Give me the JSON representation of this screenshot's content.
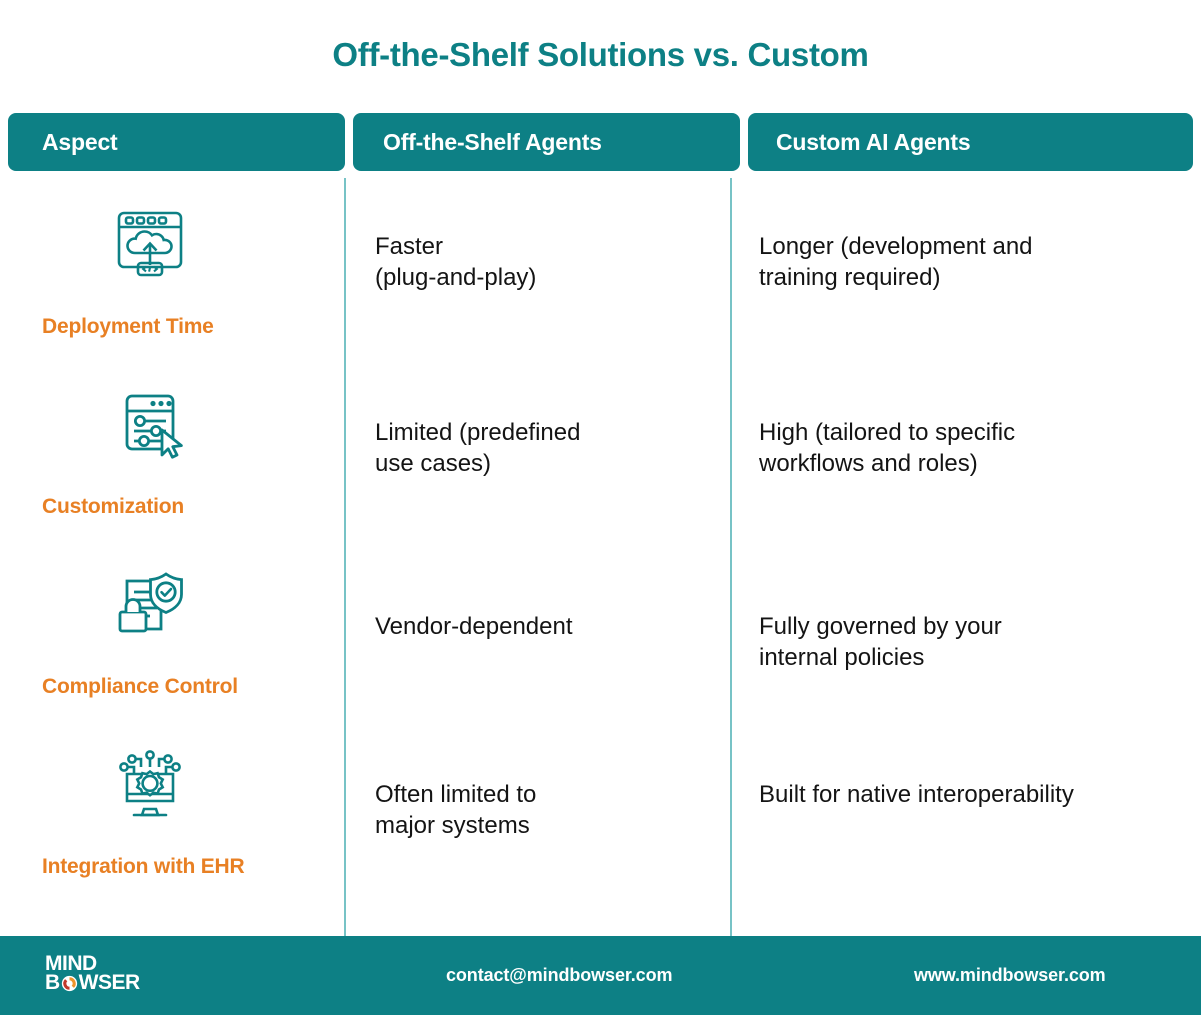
{
  "title": "Off-the-Shelf Solutions vs. Custom",
  "theme": {
    "teal": "#0d8085",
    "orange": "#e88024",
    "divider": "#77c3c6",
    "text": "#141414",
    "background": "#ffffff"
  },
  "table": {
    "columns": [
      {
        "label": "Aspect"
      },
      {
        "label": "Off-the-Shelf Agents"
      },
      {
        "label": "Custom AI Agents"
      }
    ],
    "rows": [
      {
        "icon": "cloud-upload-browser-icon",
        "aspect": "Deployment Time",
        "off_the_shelf": "Faster\n(plug-and-play)",
        "custom": "Longer (development and\ntraining required)"
      },
      {
        "icon": "settings-sliders-cursor-icon",
        "aspect": "Customization",
        "off_the_shelf": "Limited (predefined\nuse cases)",
        "custom": "High (tailored to specific\nworkflows and roles)"
      },
      {
        "icon": "document-shield-lock-icon",
        "aspect": "Compliance Control",
        "off_the_shelf": "Vendor-dependent",
        "custom": "Fully governed by your\ninternal policies"
      },
      {
        "icon": "monitor-gear-network-icon",
        "aspect": "Integration with EHR",
        "off_the_shelf": "Often limited to\nmajor systems",
        "custom": "Built for native interoperability"
      }
    ]
  },
  "footer": {
    "logo_line1": "MIND",
    "logo_line2_before": "B",
    "logo_line2_after": "WSER",
    "email": "contact@mindbowser.com",
    "website": "www.mindbowser.com"
  }
}
